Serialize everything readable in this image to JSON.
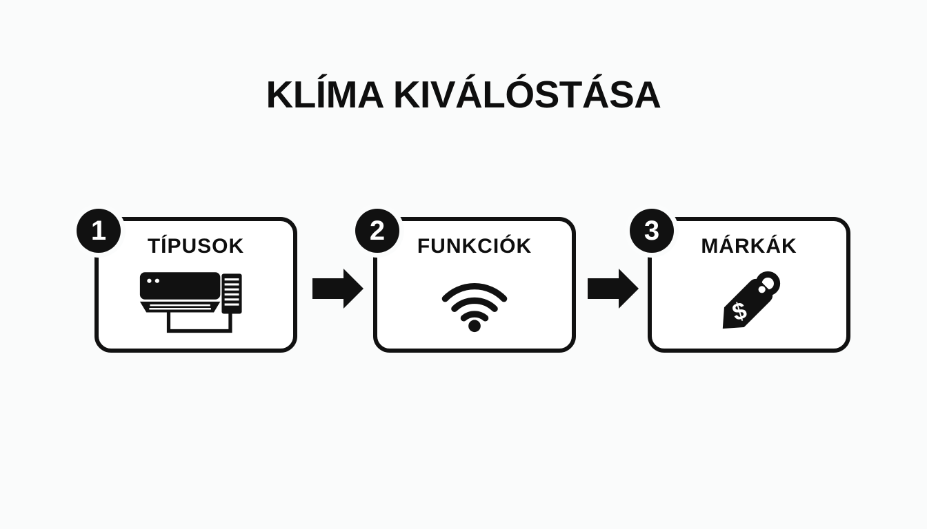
{
  "title": "KLÍMA KIVÁLÓSTÁSA",
  "steps": [
    {
      "number": "1",
      "label": "TÍPUSOK",
      "icon": "ac-unit-icon"
    },
    {
      "number": "2",
      "label": "FUNKCIÓK",
      "icon": "wifi-icon"
    },
    {
      "number": "3",
      "label": "MÁRKÁK",
      "icon": "price-tag-icon"
    }
  ],
  "arrows": [
    {
      "icon": "arrow-right-icon"
    },
    {
      "icon": "arrow-right-icon"
    }
  ],
  "colors": {
    "background": "#fafbfb",
    "box_fill": "#ffffff",
    "ink": "#111111",
    "badge_text": "#ffffff"
  }
}
